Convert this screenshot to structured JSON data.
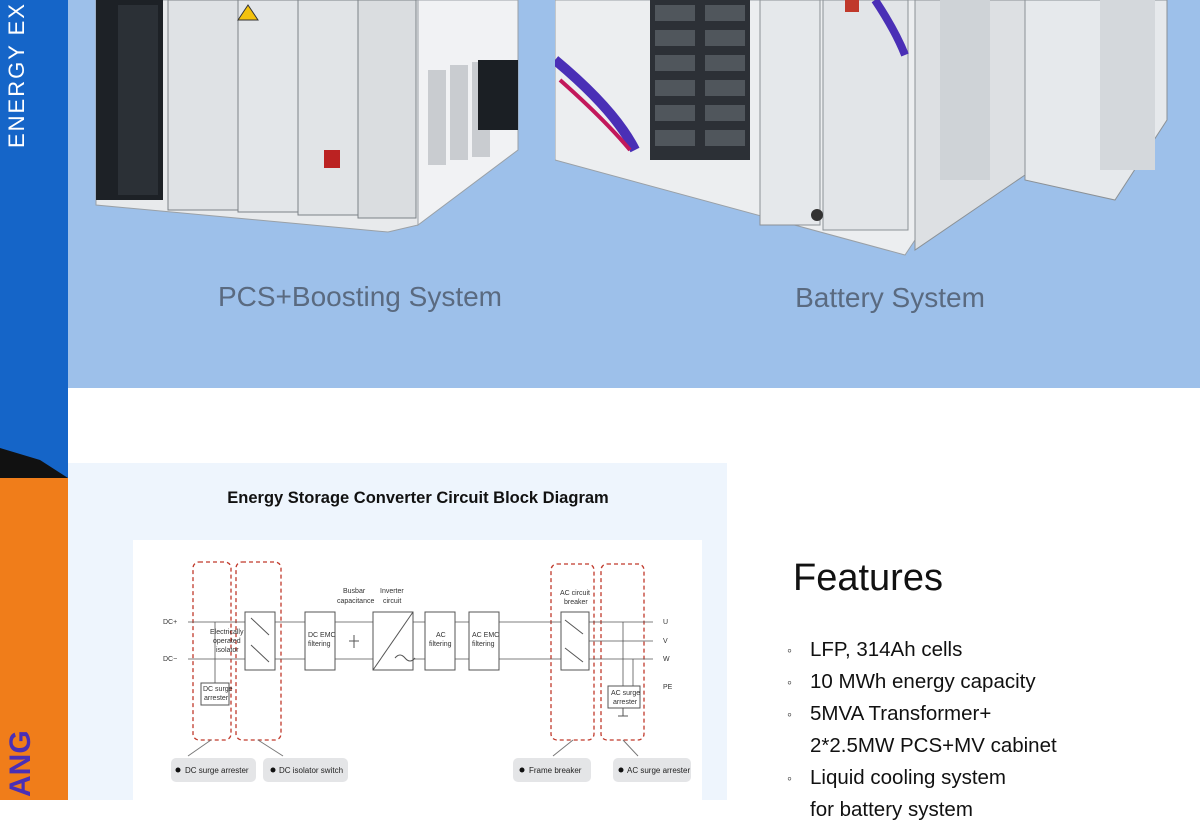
{
  "rail": {
    "top_text": "ENERGY EX",
    "bottom_text": "ANG"
  },
  "hero": {
    "left_caption": "PCS+Boosting System",
    "right_caption": "Battery System"
  },
  "diagram": {
    "title": "Energy Storage Converter Circuit Block Diagram",
    "labels": {
      "dc_plus": "DC+",
      "dc_minus": "DC−",
      "isolator_1": "Electrically",
      "isolator_2": "operated",
      "isolator_3": "isolator",
      "dc_surge_1": "DC surge",
      "dc_surge_2": "arrester",
      "busbar_1": "Busbar",
      "busbar_2": "capacitance",
      "inverter_1": "Inverter",
      "inverter_2": "circuit",
      "dc_emc_1": "DC EMC",
      "dc_emc_2": "filtering",
      "ac_filter_1": "AC",
      "ac_filter_2": "filtering",
      "ac_emc_1": "AC EMC",
      "ac_emc_2": "filtering",
      "ac_breaker_1": "AC circuit",
      "ac_breaker_2": "breaker",
      "ac_surge_1": "AC surge",
      "ac_surge_2": "arrester",
      "u": "U",
      "v": "V",
      "w": "W",
      "pe": "PE"
    },
    "tags": [
      "DC surge arrester",
      "DC isolator switch",
      "Frame breaker",
      "AC surge arrester"
    ]
  },
  "features": {
    "title": "Features",
    "items": [
      {
        "line1": "LFP, 314Ah cells",
        "line2": ""
      },
      {
        "line1": "10 MWh energy capacity",
        "line2": ""
      },
      {
        "line1": "5MVA Transformer+",
        "line2": "2*2.5MW PCS+MV cabinet"
      },
      {
        "line1": "Liquid cooling system",
        "line2": "for battery system"
      }
    ]
  },
  "colors": {
    "rail_blue": "#1565c8",
    "rail_orange": "#f07d1a",
    "hero_bg": "#9dc0ea",
    "card_bg": "#eef5fd",
    "accent_purple": "#4a2fb6"
  }
}
